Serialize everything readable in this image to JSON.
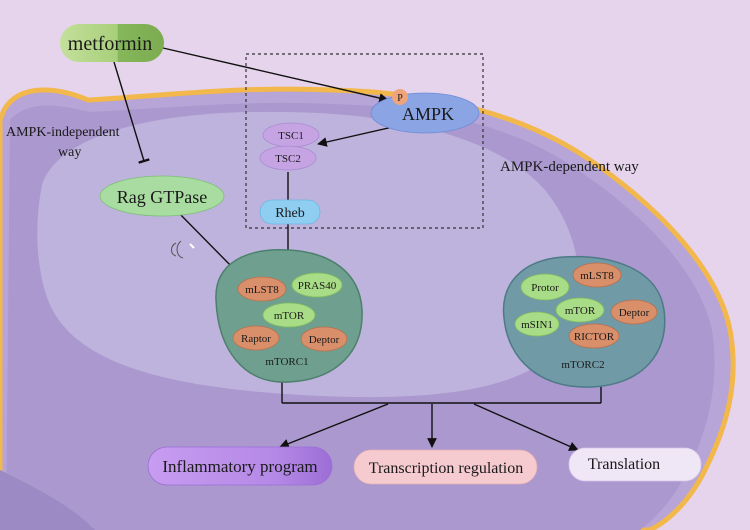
{
  "nodes": {
    "metformin": "metformin",
    "phospho": "P",
    "ampk": "AMPK",
    "tsc1": "TSC1",
    "tsc2": "TSC2",
    "rheb": "Rheb",
    "rag_gtpase": "Rag GTPase",
    "mtorc1": {
      "title": "mTORC1",
      "components": {
        "mlst8": "mLST8",
        "pras40": "PRAS40",
        "mtor": "mTOR",
        "raptor": "Raptor",
        "deptor": "Deptor"
      }
    },
    "mtorc2": {
      "title": "mTORC2",
      "components": {
        "protor": "Protor",
        "mlst8": "mLST8",
        "mtor": "mTOR",
        "msin1": "mSIN1",
        "deptor": "Deptor",
        "rictor": "RICTOR"
      }
    },
    "outputs": {
      "inflammatory": "Inflammatory program",
      "transcription": "Transcription regulation",
      "translation": "Translation"
    }
  },
  "labels": {
    "ampk_independent_line1": "AMPK-independent",
    "ampk_independent_line2": "way",
    "ampk_dependent": "AMPK-dependent way"
  },
  "colors": {
    "background": "#e6d3ec",
    "cell_membrane": "#f2b84b",
    "cytoplasm": "#b6a5d6",
    "nucleus": "#c0b6dd",
    "metformin_green": "#a9cf7d",
    "ampk_blue": "#8aa4e4",
    "tsc_purple": "#c6a4e4",
    "rheb_blue": "#8fcdf1",
    "rag_green": "#a9dca0",
    "mtorc1_fill": "#6fa08f",
    "mtorc2_fill": "#6f9aa6",
    "component_orange": "#d98f6a",
    "component_green": "#a8dc86",
    "inflammatory_fill": "#b88ae9",
    "transcription_fill": "#f5cbcf",
    "translation_fill": "#efe6f6"
  }
}
